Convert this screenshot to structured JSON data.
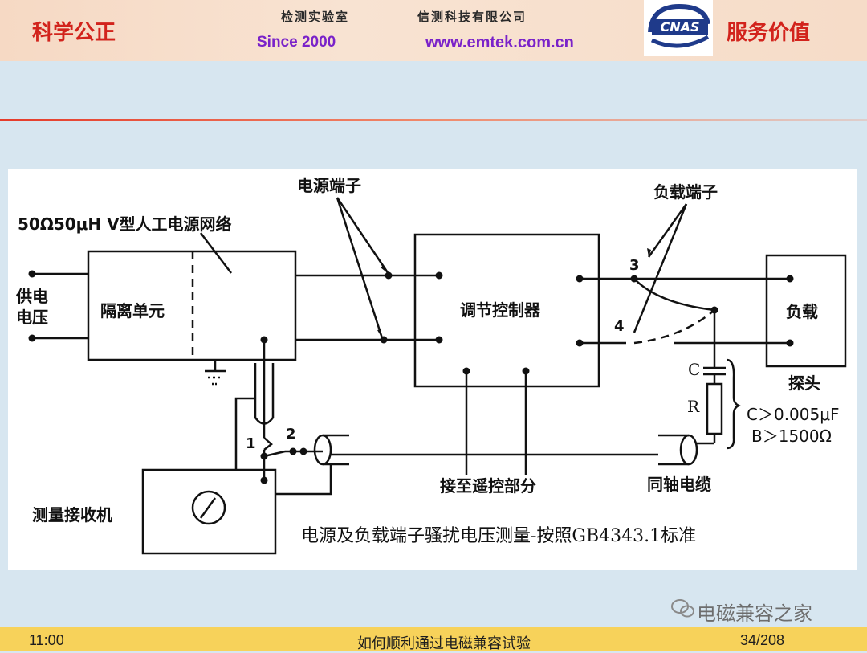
{
  "header": {
    "left_slogan": "科学公正",
    "right_slogan": "服务价值",
    "lab_name": "检测实验室",
    "company": "信测科技有限公司",
    "since": "Since 2000",
    "url": "www.emtek.com.cn",
    "logo_text": "CNAS"
  },
  "diagram": {
    "lisn_title": "50Ω50μH V型人工电源网络",
    "isolation_unit": "隔离单元",
    "supply_line1": "供电",
    "supply_line2": "电压",
    "power_terminal": "电源端子",
    "controller": "调节控制器",
    "load_terminal": "负载端子",
    "node3": "3",
    "node4": "4",
    "load": "负载",
    "probe": "探头",
    "cap_label": "C",
    "res_label": "R",
    "cond1": "C＞0.005μF",
    "cond2": "B＞1500Ω",
    "node1": "1",
    "node2": "2",
    "remote": "接至遥控部分",
    "coax": "同轴电缆",
    "receiver": "测量接收机",
    "caption": "电源及负载端子骚扰电压测量-按照GB4343.1标准"
  },
  "footer": {
    "time": "11:00",
    "title": "如何顺利通过电磁兼容试验",
    "page": "34/208"
  },
  "watermark": "电磁兼容之家"
}
